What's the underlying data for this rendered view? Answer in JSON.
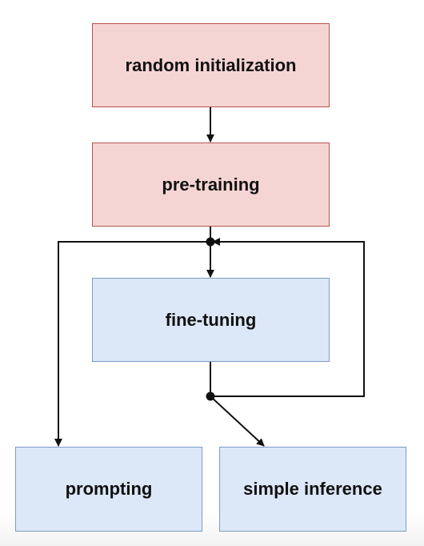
{
  "nodes": {
    "random_init": "random initialization",
    "pre_training": "pre-training",
    "fine_tuning": "fine-tuning",
    "prompting": "prompting",
    "simple_inference": "simple inference"
  },
  "colors": {
    "stage_fill": "#f5d5d3",
    "stage_border": "#b85450",
    "downstream_fill": "#dce8f8",
    "downstream_border": "#7d9cc6",
    "edge": "#111111"
  }
}
